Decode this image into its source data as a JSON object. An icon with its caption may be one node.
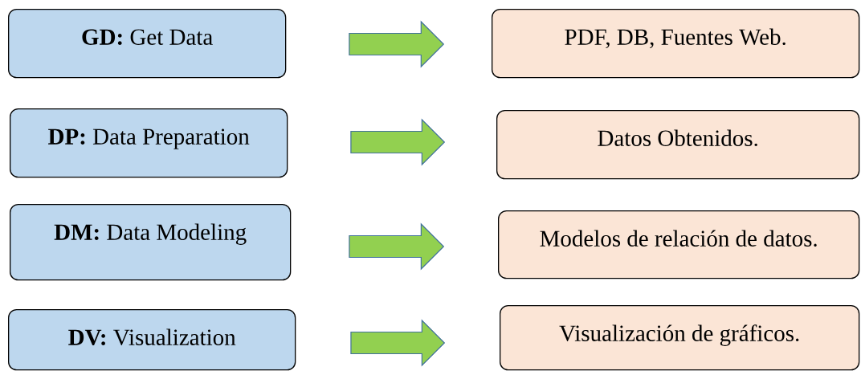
{
  "diagram": {
    "nodes": [
      {
        "text": [
          "**GD:** Get Data"
        ]
      },
      {
        "text": [
          "**DP:** Data Preparation"
        ]
      },
      {
        "text": [
          "**DM:** Data Modeling"
        ]
      },
      {
        "text": [
          "**DV:** Visualization"
        ]
      },
      {
        "text": [
          "PDF, DB, Fuentes Web."
        ]
      },
      {
        "text": [
          "Datos Obtenidos."
        ]
      },
      {
        "text": [
          "Modelos de relación de datos."
        ]
      },
      {
        "text": [
          "Visualización de gráficos."
        ]
      }
    ],
    "edges": [
      {
        "from": 0,
        "to": 4,
        "arrow": "to"
      },
      {
        "from": 1,
        "to": 5,
        "arrow": "to"
      },
      {
        "from": 2,
        "to": 6,
        "arrow": "to"
      },
      {
        "from": 3,
        "to": 7,
        "arrow": "to"
      }
    ]
  }
}
